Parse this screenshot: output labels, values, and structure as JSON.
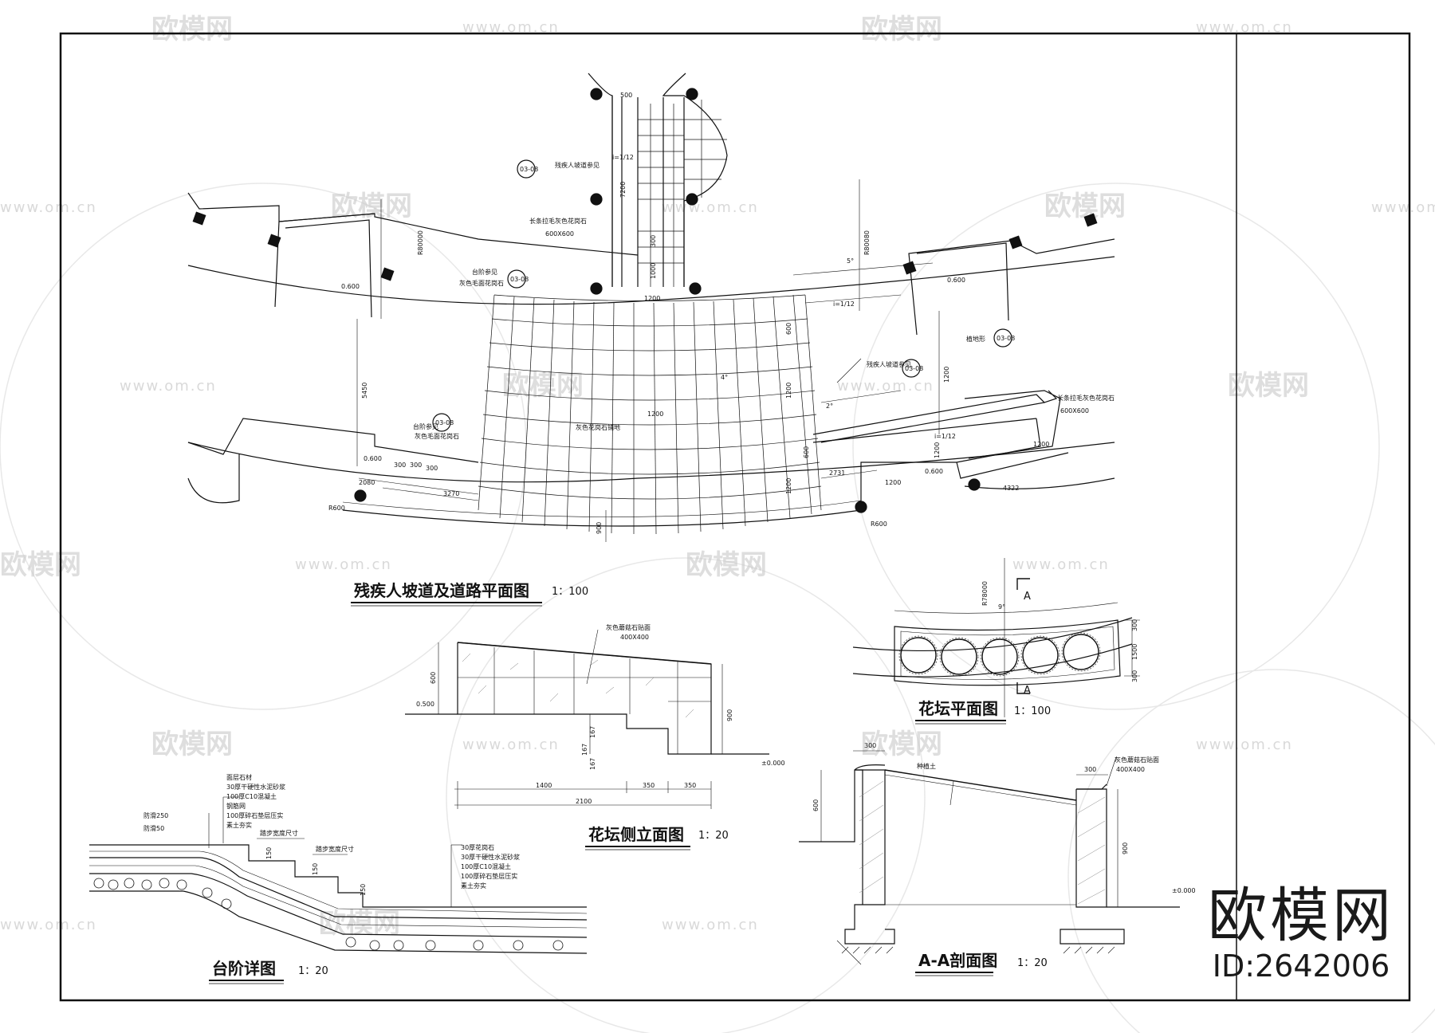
{
  "drawing": {
    "plan_title": "残疾人坡道及道路平面图",
    "plan_scale": "1：100",
    "elevation_title": "花坛侧立面图",
    "elevation_scale": "1：20",
    "planter_plan_title": "花坛平面图",
    "planter_plan_scale": "1：100",
    "step_title": "台阶详图",
    "step_scale": "1：20",
    "section_title": "A-A剖面图",
    "section_scale": "1：20",
    "section_mark": "A"
  },
  "plan_labels": {
    "ramp_ref_top": "残疾人坡道参见",
    "ref_tag": "03-08",
    "slope_top": "i=1/12",
    "stone_top": "长条拉毛灰色花岗石",
    "stone_top_size": "600X600",
    "step_ref": "台阶参见",
    "step_stone": "灰色毛面花岗石",
    "ramp_ref_right": "残疾人坡道参见",
    "slope_right": "i=1/12",
    "plaza_paving": "灰色花岗石铺地",
    "stone_right": "长条拉毛灰色花岗石",
    "stone_right_size": "600X600",
    "lawn": "植地形",
    "angle_5": "5°",
    "angle_2": "2°",
    "angle_4": "4°",
    "elev_0600": "0.600",
    "r80000": "R80000",
    "r80080": "R80080",
    "r600": "R600"
  },
  "plan_dims": [
    "500",
    "7200",
    "300",
    "1000",
    "1200",
    "1200",
    "5450",
    "2080",
    "300",
    "300",
    "300",
    "3270",
    "900",
    "1200",
    "1200",
    "4322",
    "2731",
    "1200",
    "1200",
    "600",
    "1200",
    "600",
    "1200"
  ],
  "elevation_labels": {
    "finish": "灰色蘑菇石贴面",
    "finish_size": "400X400",
    "h600": "600",
    "h900": "900",
    "elev_0500": "0.500",
    "elev_0000": "±0.000",
    "d1400": "1400",
    "d350a": "350",
    "d350b": "350",
    "d2100": "2100",
    "step167a": "167",
    "step167b": "167",
    "step167c": "167"
  },
  "planter_labels": {
    "r78000": "R78000",
    "angle": "9°",
    "w1500": "1500",
    "w300a": "300",
    "w300b": "300"
  },
  "step_labels": {
    "layers_top": [
      "面层石材",
      "30厚干硬性水泥砂浆",
      "100厚C10混凝土",
      "钢筋网",
      "100厚碎石垫层压实",
      "素土夯实"
    ],
    "layers_bottom": [
      "30厚花岗石",
      "30厚干硬性水泥砂浆",
      "100厚C10混凝土",
      "100厚碎石垫层压实",
      "素土夯实"
    ],
    "tread": "踏步宽度尺寸",
    "riser": "150",
    "side1": "防滑250",
    "side2": "防滑50"
  },
  "section_labels": {
    "soil": "种植土",
    "finish": "灰色蘑菇石贴面",
    "finish_size": "400X400",
    "w300a": "300",
    "w300b": "300",
    "h600": "600",
    "h900": "900",
    "elev": "±0.000"
  },
  "watermark": {
    "brand": "欧模网",
    "url": "www.om.cn"
  },
  "brand": {
    "logo": "欧模网",
    "id": "ID:2642006"
  }
}
